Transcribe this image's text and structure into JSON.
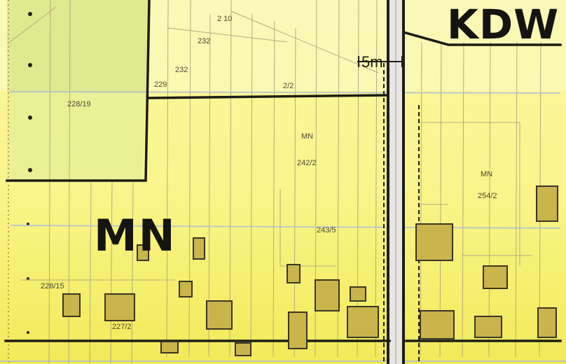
{
  "map": {
    "zones": {
      "mn": "MN",
      "kdw": "KDW"
    },
    "parcels": {
      "p228_19": "228/19",
      "p229": "229",
      "p232a": "232",
      "p232b": "232",
      "p2xx": "2 10",
      "p2_2": "2/2",
      "p242_2": "242/2",
      "p243_5": "243/5",
      "p254_2": "254/2",
      "p227_2": "227/2",
      "p228_15": "228/15"
    },
    "measurements": {
      "width_5m": "5m"
    },
    "building_marks": {
      "mn_a": "MN",
      "mn_b": "MN"
    },
    "colors": {
      "zone_fill": "#f6ef6a",
      "zone_fill_light": "#fbf7a6",
      "green_parcel": "#dde98a",
      "road": "#e4e2dc",
      "line": "#1c1c16",
      "thin_line": "#b8ad84"
    }
  }
}
